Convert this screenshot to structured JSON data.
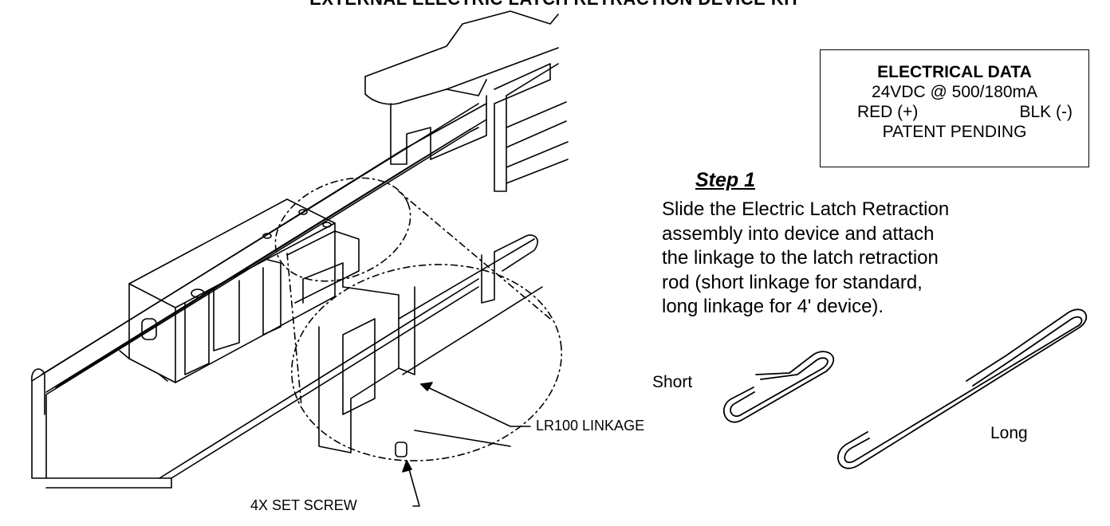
{
  "title": "EXTERNAL ELECTRIC LATCH RETRACTION DEVICE KIT",
  "electrical_box": {
    "heading": "ELECTRICAL DATA",
    "rating": "24VDC @ 500/180mA",
    "positive": "RED (+)",
    "negative": "BLK (-)",
    "note": "PATENT PENDING"
  },
  "step": {
    "title": "Step 1",
    "lines": [
      "Slide the Electric Latch Retraction",
      "assembly into device and attach",
      "the linkage to the latch retraction",
      "rod (short linkage for standard,",
      "long linkage for 4' device)."
    ]
  },
  "linkage_labels": {
    "short": "Short",
    "long": "Long"
  },
  "callouts": {
    "linkage": "LR100 LINKAGE",
    "set_screw": "4X SET SCREW"
  }
}
